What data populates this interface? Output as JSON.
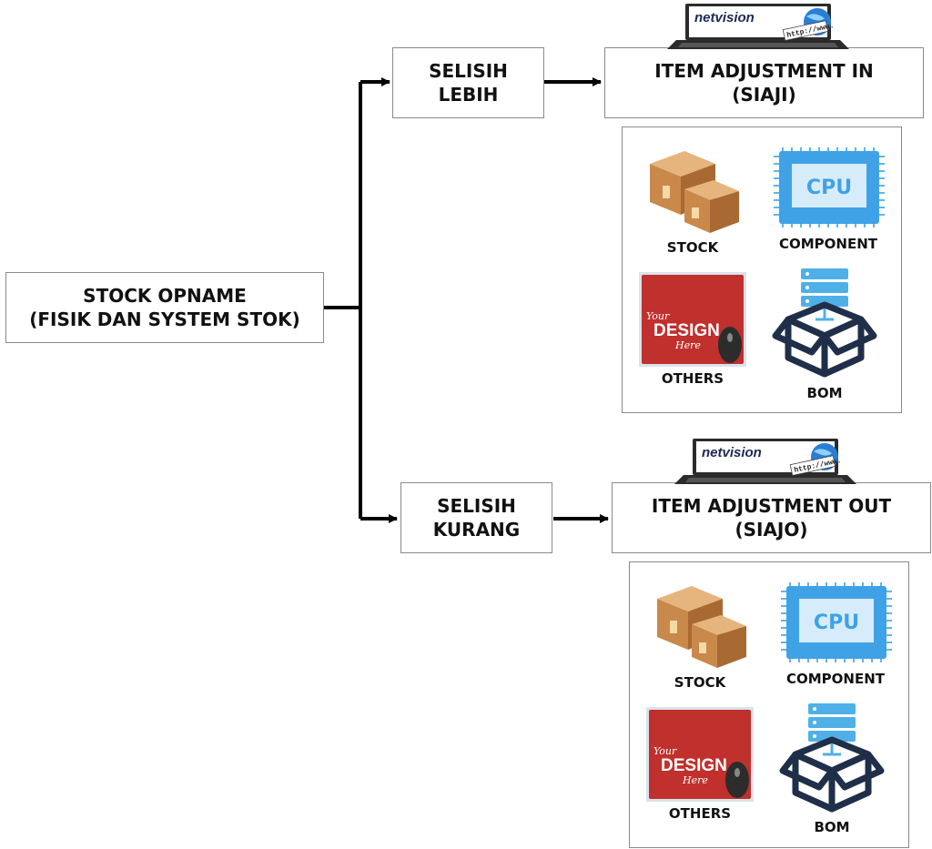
{
  "source": {
    "line1": "STOCK OPNAME",
    "line2": "(FISIK DAN SYSTEM STOK)"
  },
  "top": {
    "branch": {
      "line1": "SELISIH",
      "line2": "LEBIH"
    },
    "target": {
      "line1": "ITEM ADJUSTMENT IN",
      "line2": "(SIAJI)"
    },
    "logo": {
      "brand": "netvision",
      "url": "http://www."
    },
    "items": {
      "stock": "STOCK",
      "component": "COMPONENT",
      "others": "OTHERS",
      "bom": "BOM"
    },
    "cpu_text": "CPU",
    "design": {
      "your": "Your",
      "design": "DESIGN",
      "here": "Here"
    }
  },
  "bottom": {
    "branch": {
      "line1": "SELISIH",
      "line2": "KURANG"
    },
    "target": {
      "line1": "ITEM ADJUSTMENT OUT",
      "line2": "(SIAJO)"
    },
    "logo": {
      "brand": "netvision",
      "url": "http://www."
    },
    "items": {
      "stock": "STOCK",
      "component": "COMPONENT",
      "others": "OTHERS",
      "bom": "BOM"
    },
    "cpu_text": "CPU",
    "design": {
      "your": "Your",
      "design": "DESIGN",
      "here": "Here"
    }
  }
}
